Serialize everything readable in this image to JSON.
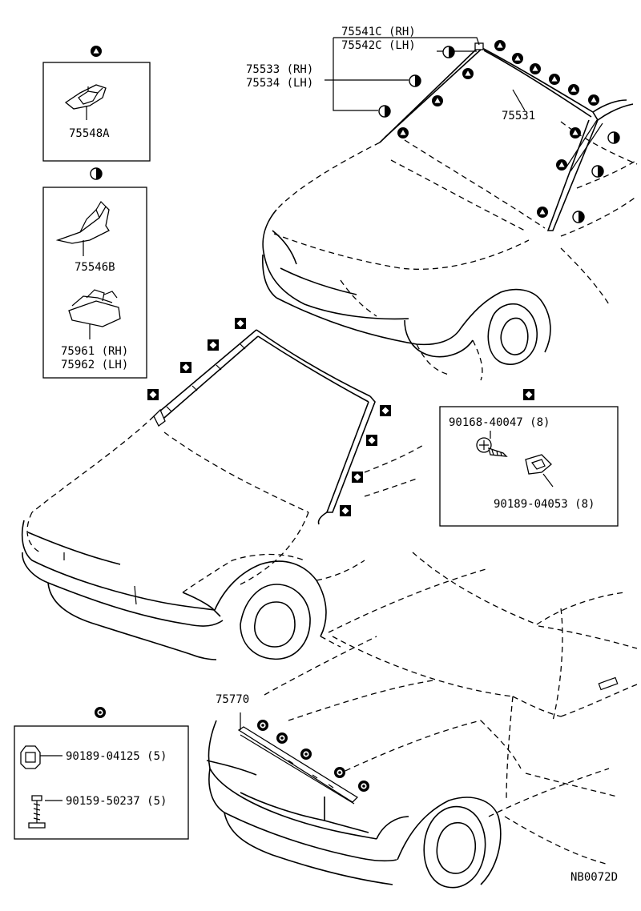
{
  "diagram_code": "NB0072D",
  "parts": {
    "p75541c": "75541C (RH)",
    "p75542c": "75542C (LH)",
    "p75533": "75533 (RH)",
    "p75534": "75534 (LH)",
    "p75531": "75531",
    "p75548a": "75548A",
    "p75546b": "75546B",
    "p75961": "75961 (RH)",
    "p75962": "75962 (LH)",
    "p90168": "90168-40047 (8)",
    "p90189_04053": "90189-04053 (8)",
    "p75770": "75770",
    "p90189_04125": "90189-04125 (5)",
    "p90159": "90159-50237 (5)"
  },
  "symbols": {
    "triangle": "triangle-in-circle-icon",
    "half_circle": "half-filled-circle-icon",
    "diamond": "diamond-in-square-icon",
    "dot": "dot-in-circle-icon"
  }
}
